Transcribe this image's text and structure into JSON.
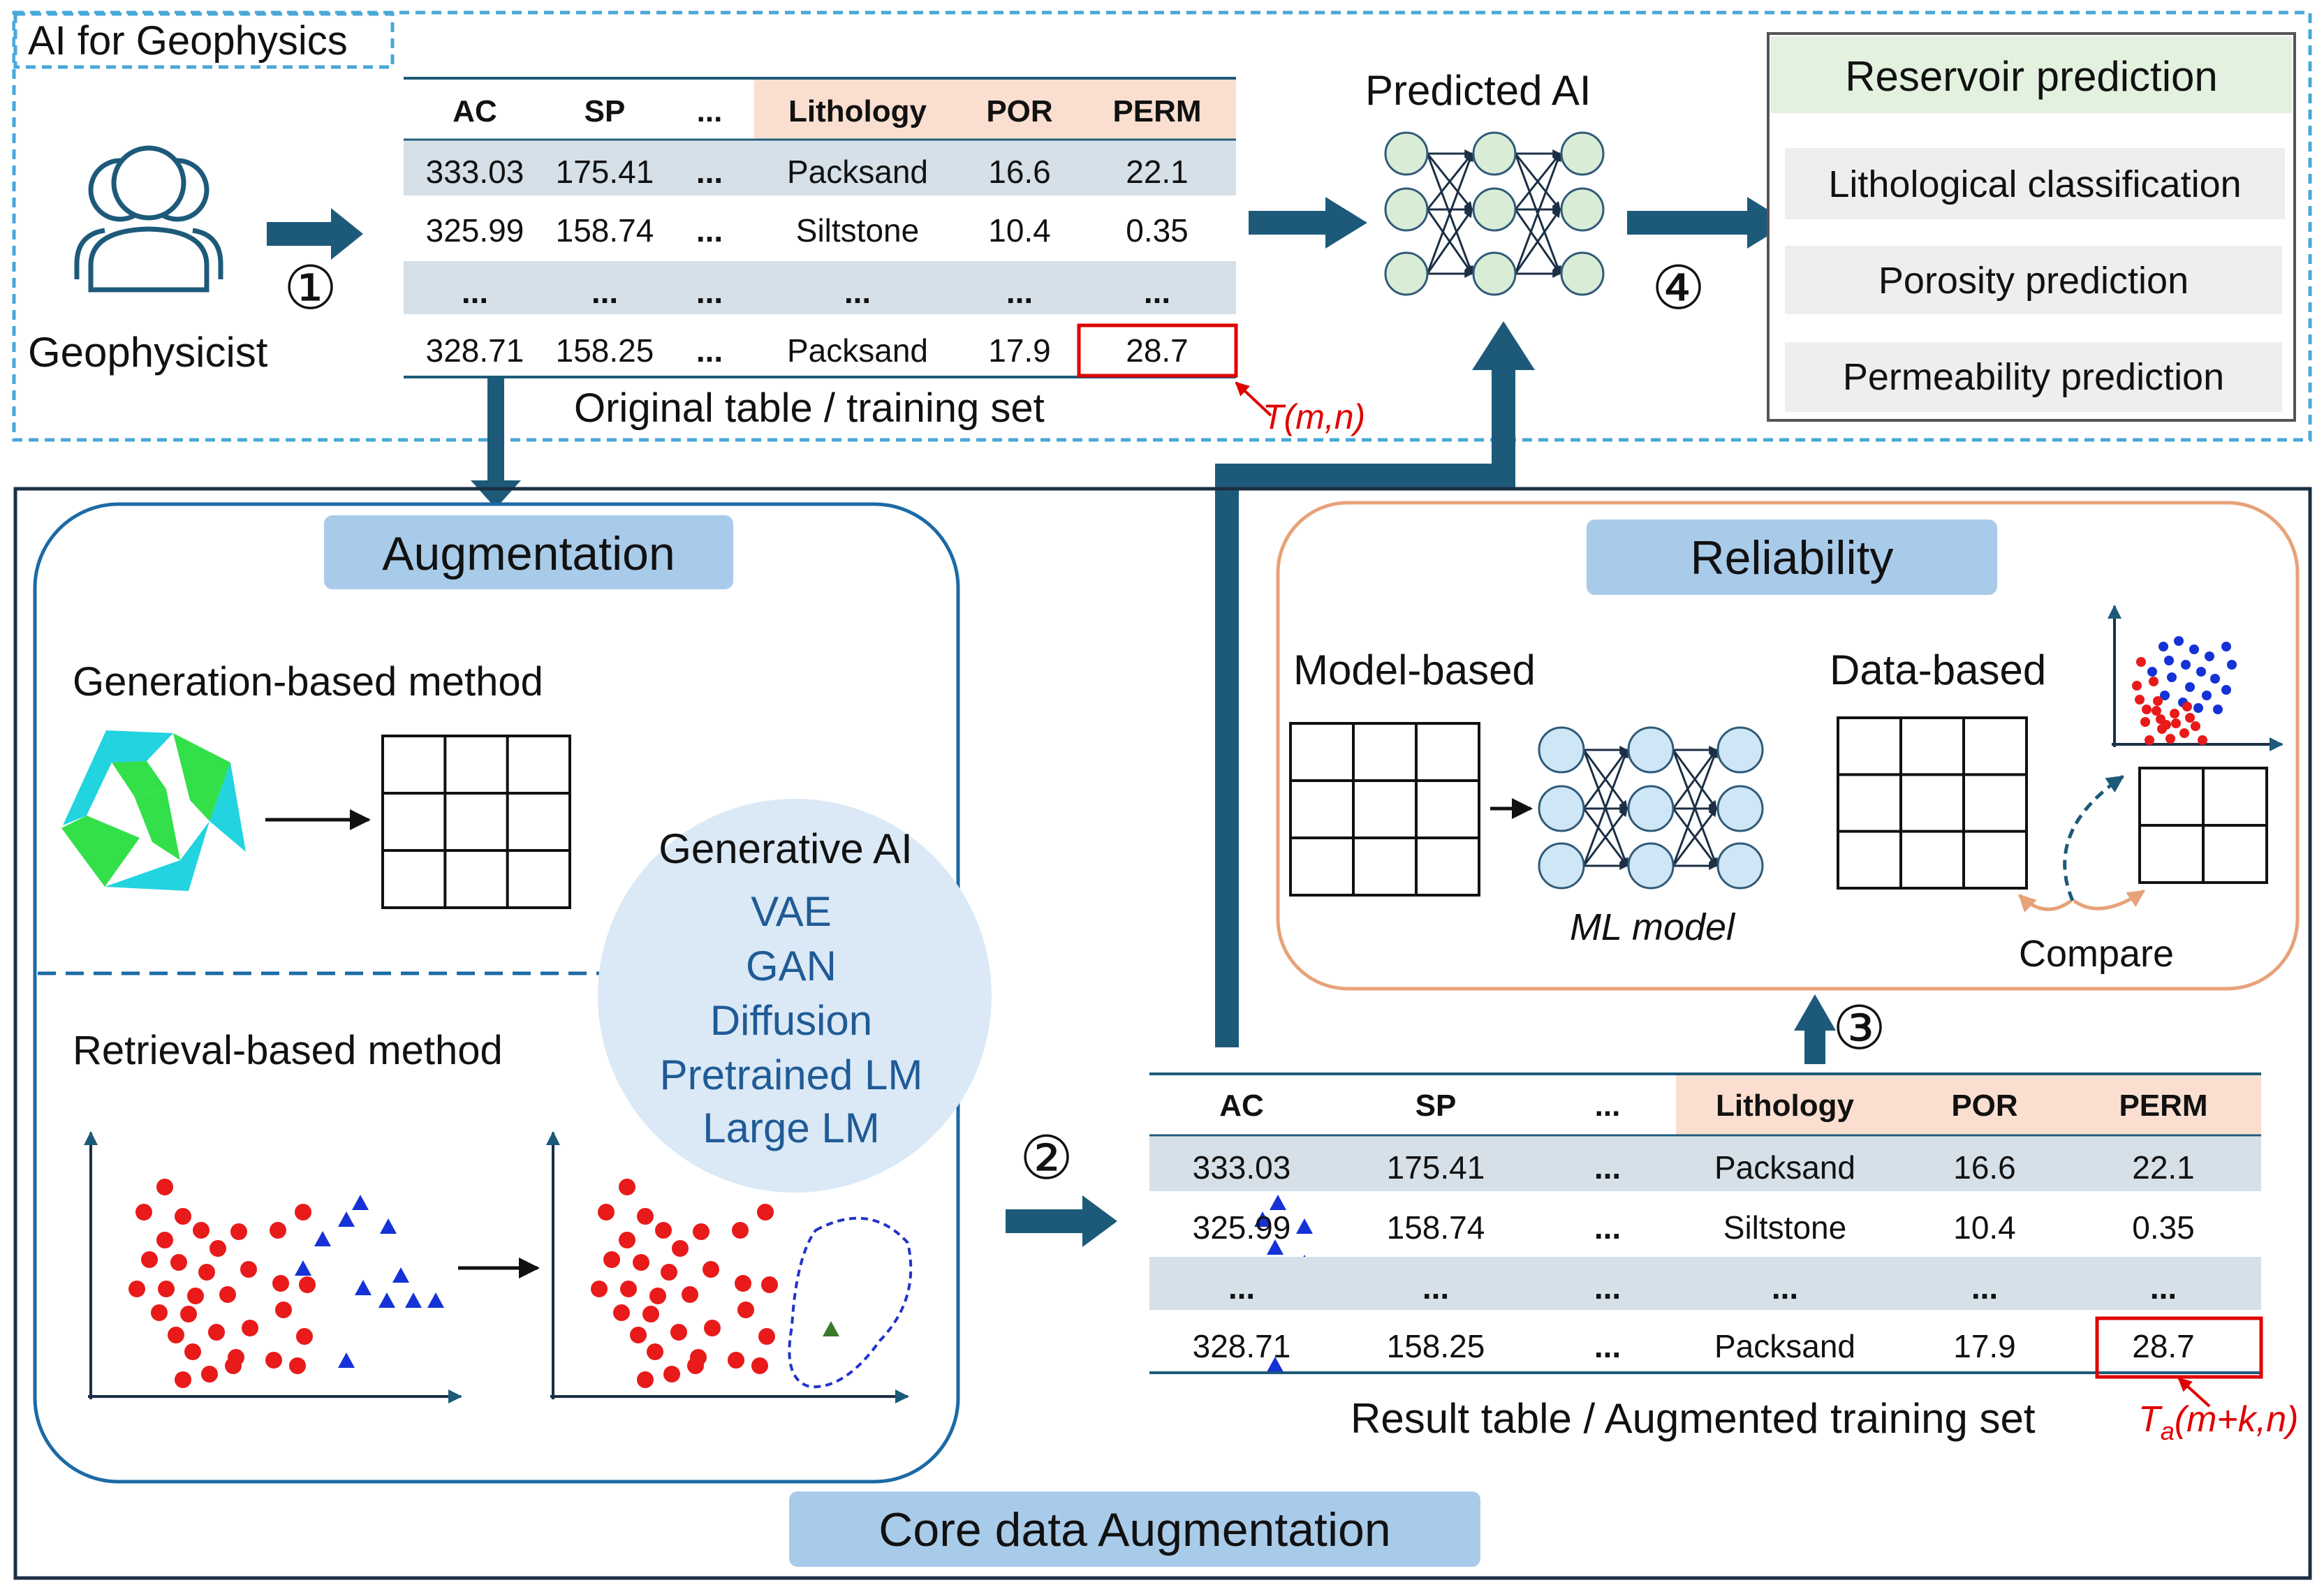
{
  "colors": {
    "arrow": "#1d5a7a",
    "dashed_border": "#49a8d8",
    "augment_border": "#1b6aa5",
    "reliability_border": "#e7a27a",
    "label_bg": "#a9cbea",
    "table_band": "#d5e0e8",
    "table_header_highlight": "#fadfd0",
    "red": "#e00000",
    "node_fill": "#d9ecd6",
    "node_fill_blue": "#cfe6f6",
    "genai_bg": "#dbe9f6",
    "genai_text": "#1f5b96",
    "green_header": "#e3f1df",
    "item_bg": "#eeeeee"
  },
  "top": {
    "title": "AI for Geophysics",
    "user_label": "Geophysicist",
    "step1": "①",
    "step4": "④",
    "predicted_ai": "Predicted AI",
    "original_caption": "Original table / training set",
    "target_label": "T(m,n)"
  },
  "original_table": {
    "headers": [
      "AC",
      "SP",
      "...",
      "Lithology",
      "POR",
      "PERM"
    ],
    "rows": [
      [
        "333.03",
        "175.41",
        "...",
        "Packsand",
        "16.6",
        "22.1"
      ],
      [
        "325.99",
        "158.74",
        "...",
        "Siltstone",
        "10.4",
        "0.35"
      ],
      [
        "...",
        "...",
        "...",
        "...",
        "...",
        "..."
      ],
      [
        "328.71",
        "158.25",
        "...",
        "Packsand",
        "17.9",
        "28.7"
      ]
    ]
  },
  "reservoir": {
    "title": "Reservoir prediction",
    "items": [
      "Lithological classification",
      "Porosity prediction",
      "Permeability prediction"
    ]
  },
  "augmentation": {
    "label": "Augmentation",
    "generation_method": "Generation-based method",
    "retrieval_method": "Retrieval-based method",
    "genai_title": "Generative AI",
    "genai_items": [
      "VAE",
      "GAN",
      "Diffusion",
      "Pretrained LM",
      "Large LM"
    ]
  },
  "reliability": {
    "label": "Reliability",
    "model_based": "Model-based",
    "data_based": "Data-based",
    "ml_model": "ML model",
    "compare": "Compare"
  },
  "steps": {
    "step2": "②",
    "step3": "③"
  },
  "result_table": {
    "headers": [
      "AC",
      "SP",
      "...",
      "Lithology",
      "POR",
      "PERM"
    ],
    "rows": [
      [
        "333.03",
        "175.41",
        "...",
        "Packsand",
        "16.6",
        "22.1"
      ],
      [
        "325.99",
        "158.74",
        "...",
        "Siltstone",
        "10.4",
        "0.35"
      ],
      [
        "...",
        "...",
        "...",
        "...",
        "...",
        "..."
      ],
      [
        "328.71",
        "158.25",
        "...",
        "Packsand",
        "17.9",
        "28.7"
      ]
    ],
    "caption": "Result table / Augmented training set",
    "target_main": "T",
    "target_sub": "a",
    "target_args": "(m+k,n)"
  },
  "core_label": "Core data Augmentation"
}
